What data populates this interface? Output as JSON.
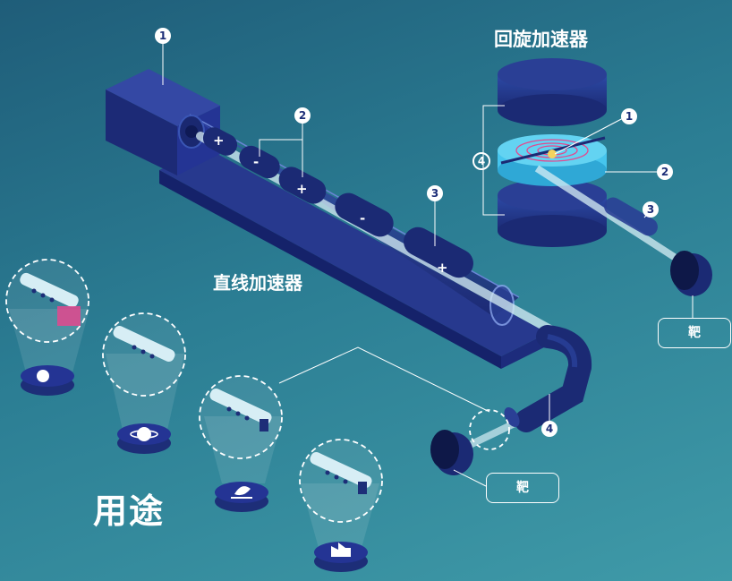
{
  "titles": {
    "cyclotron": "回旋加速器",
    "linear": "直线加速器",
    "uses": "用途"
  },
  "numbers": {
    "n1": "1",
    "n2": "2",
    "n3": "3",
    "n4": "4"
  },
  "signs": {
    "plus": "+",
    "minus": "-"
  },
  "targets": {
    "label": "靶"
  },
  "colors": {
    "navy": "#1d2e78",
    "navy_light": "#2a3f95",
    "ring": "#46c5ee",
    "beam": "#d7eef5",
    "white": "#ffffff"
  },
  "uses_icons": [
    "medical-heart-icon",
    "planet-icon",
    "leaf-hand-icon",
    "factory-icon"
  ]
}
